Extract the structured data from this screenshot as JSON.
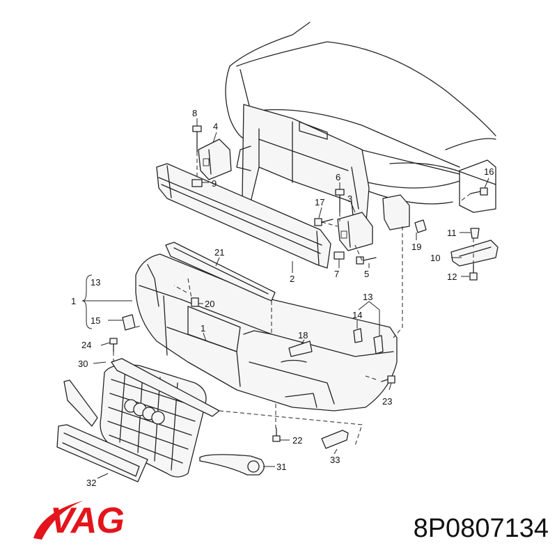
{
  "callouts": {
    "c1a": "1",
    "c1b": "1",
    "c2": "2",
    "c3": "3",
    "c4": "4",
    "c5": "5",
    "c6": "6",
    "c7": "7",
    "c8": "8",
    "c9": "9",
    "c10": "10",
    "c11": "11",
    "c12": "12",
    "c13a": "13",
    "c13b": "13",
    "c14": "14",
    "c15": "15",
    "c16": "16",
    "c17": "17",
    "c18": "18",
    "c19": "19",
    "c20": "20",
    "c21": "21",
    "c22": "22",
    "c23": "23",
    "c24": "24",
    "c30": "30",
    "c31": "31",
    "c32": "32",
    "c33": "33"
  },
  "brand": {
    "text": "VAG",
    "color": "#e3141b"
  },
  "part_number": "8P0807134"
}
